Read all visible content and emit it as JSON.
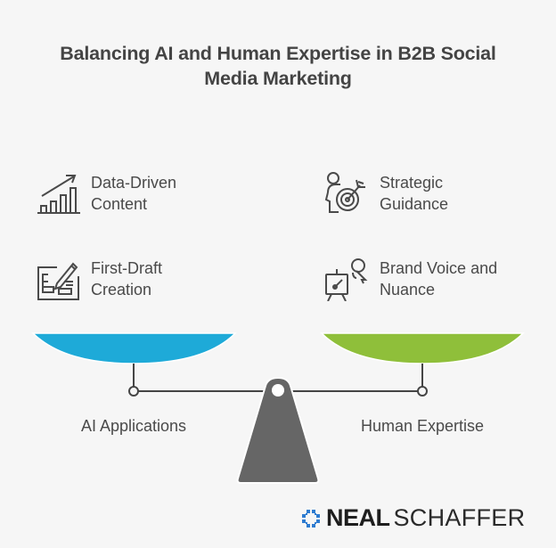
{
  "title": "Balancing AI and Human Expertise in B2B Social Media Marketing",
  "title_lines": [
    "Balancing AI and Human Expertise in B2B Social",
    "Media Marketing"
  ],
  "left": {
    "label": "AI Applications",
    "color": "#1eaad8",
    "items": [
      {
        "icon": "rising-bar-chart-icon",
        "lines": [
          "Data-Driven",
          "Content"
        ]
      },
      {
        "icon": "document-edit-icon",
        "lines": [
          "First-Draft",
          "Creation"
        ]
      }
    ]
  },
  "right": {
    "label": "Human Expertise",
    "color": "#8fbf3a",
    "items": [
      {
        "icon": "person-target-icon",
        "lines": [
          "Strategic",
          "Guidance"
        ]
      },
      {
        "icon": "easel-presenter-icon",
        "lines": [
          "Brand Voice and",
          "Nuance"
        ]
      }
    ]
  },
  "fulcrum_color": "#666666",
  "logo": {
    "bold": "NEAL",
    "light": "SCHAFFER",
    "accent": "#2d7bd0"
  }
}
